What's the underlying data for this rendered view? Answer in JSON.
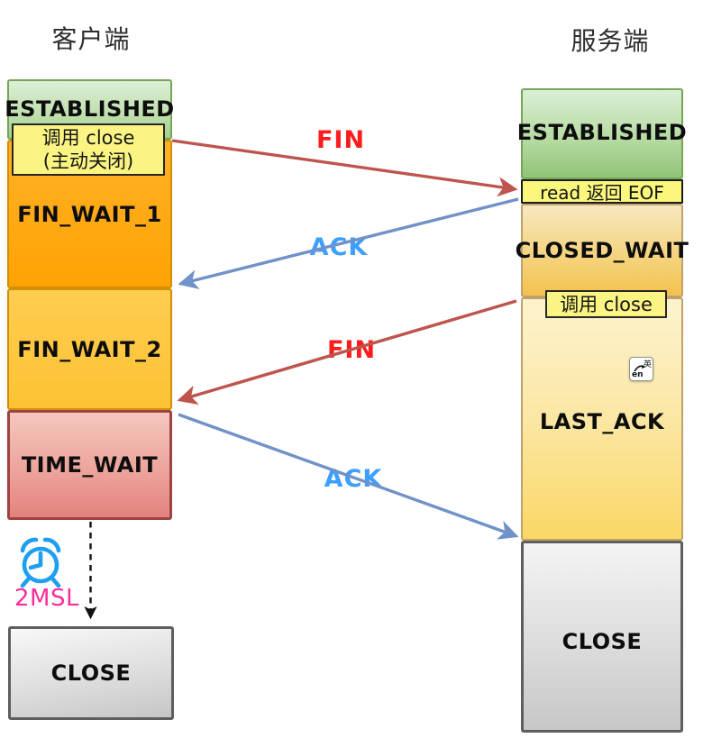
{
  "client": {
    "title": "客户端",
    "states": {
      "established": "ESTABLISHED",
      "fin_wait_1": "FIN_WAIT_1",
      "fin_wait_2": "FIN_WAIT_2",
      "time_wait": "TIME_WAIT",
      "close": "CLOSE"
    },
    "note": {
      "line1": "调用 close",
      "line2": "(主动关闭)"
    },
    "timer": {
      "label": "2MSL",
      "icon": "alarm-clock-icon"
    }
  },
  "server": {
    "title": "服务端",
    "states": {
      "established": "ESTABLISHED",
      "closed_wait": "CLOSED_WAIT",
      "last_ack": "LAST_ACK",
      "close": "CLOSE"
    },
    "notes": {
      "read_eof": "read 返回 EOF",
      "call_close": "调用 close"
    }
  },
  "messages": {
    "fin1": "FIN",
    "ack1": "ACK",
    "fin2": "FIN",
    "ack2": "ACK"
  },
  "ime_indicator": {
    "primary": "en",
    "secondary": "英"
  },
  "colors": {
    "fin_label": "#ff1c1c",
    "ack_label": "#3e9fff",
    "fin_line": "#be544e",
    "ack_line": "#7191c9",
    "established_green": "#a4cf8d",
    "fin_wait_1_orange": "#ffa708",
    "fin_wait_2_gold": "#fdc63b",
    "closed_wait_amber": "#f3c24e",
    "last_ack_gold": "#fad766",
    "time_wait_red": "#e4827d",
    "close_gray": "#c7c7c7",
    "note_yellow": "#fbf483",
    "timer_label_pink": "#ff2d9b",
    "timer_icon_blue": "#1e9ff2"
  }
}
